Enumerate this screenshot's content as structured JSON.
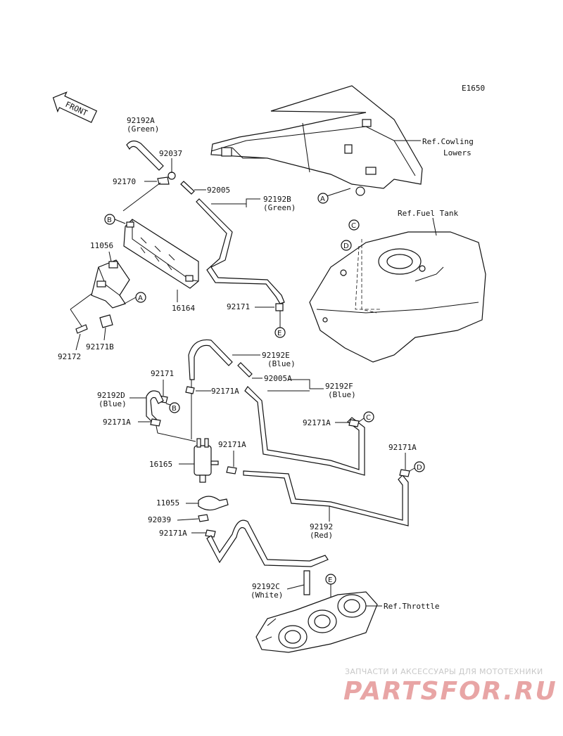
{
  "diagram_code": "E1650",
  "front_label": "FRONT",
  "refs": {
    "cowling": [
      "Ref.Cowling",
      "Lowers"
    ],
    "fuel_tank": "Ref.Fuel Tank",
    "throttle": "Ref.Throttle"
  },
  "callouts": [
    "A",
    "B",
    "C",
    "D",
    "E"
  ],
  "parts": {
    "p92192A": [
      "92192A",
      "(Green)"
    ],
    "p92037": "92037",
    "p92170": "92170",
    "p92005": "92005",
    "p92192B": [
      "92192B",
      "(Green)"
    ],
    "p11056": "11056",
    "p16164": "16164",
    "p92171_top": "92171",
    "p92172": "92172",
    "p92171B": "92171B",
    "p92192E": [
      "92192E",
      "(Blue)"
    ],
    "p92005A": "92005A",
    "p92192F": [
      "92192F",
      "(Blue)"
    ],
    "p92171_mid": "92171",
    "p92192D": [
      "92192D",
      "(Blue)"
    ],
    "p92171A_1": "92171A",
    "p92171A_2": "92171A",
    "p92171A_3": "92171A",
    "p92171A_4": "92171A",
    "p92171A_5": "92171A",
    "p92171A_6": "92171A",
    "p16165": "16165",
    "p11055": "11055",
    "p92039": "92039",
    "p92192": [
      "92192",
      "(Red)"
    ],
    "p92192C": [
      "92192C",
      "(White)"
    ]
  },
  "watermark": {
    "tagline": "ЗАПЧАСТИ И АКСЕССУАРЫ ДЛЯ МОТОТЕХНИКИ",
    "logo": "PARTSFOR.RU"
  }
}
